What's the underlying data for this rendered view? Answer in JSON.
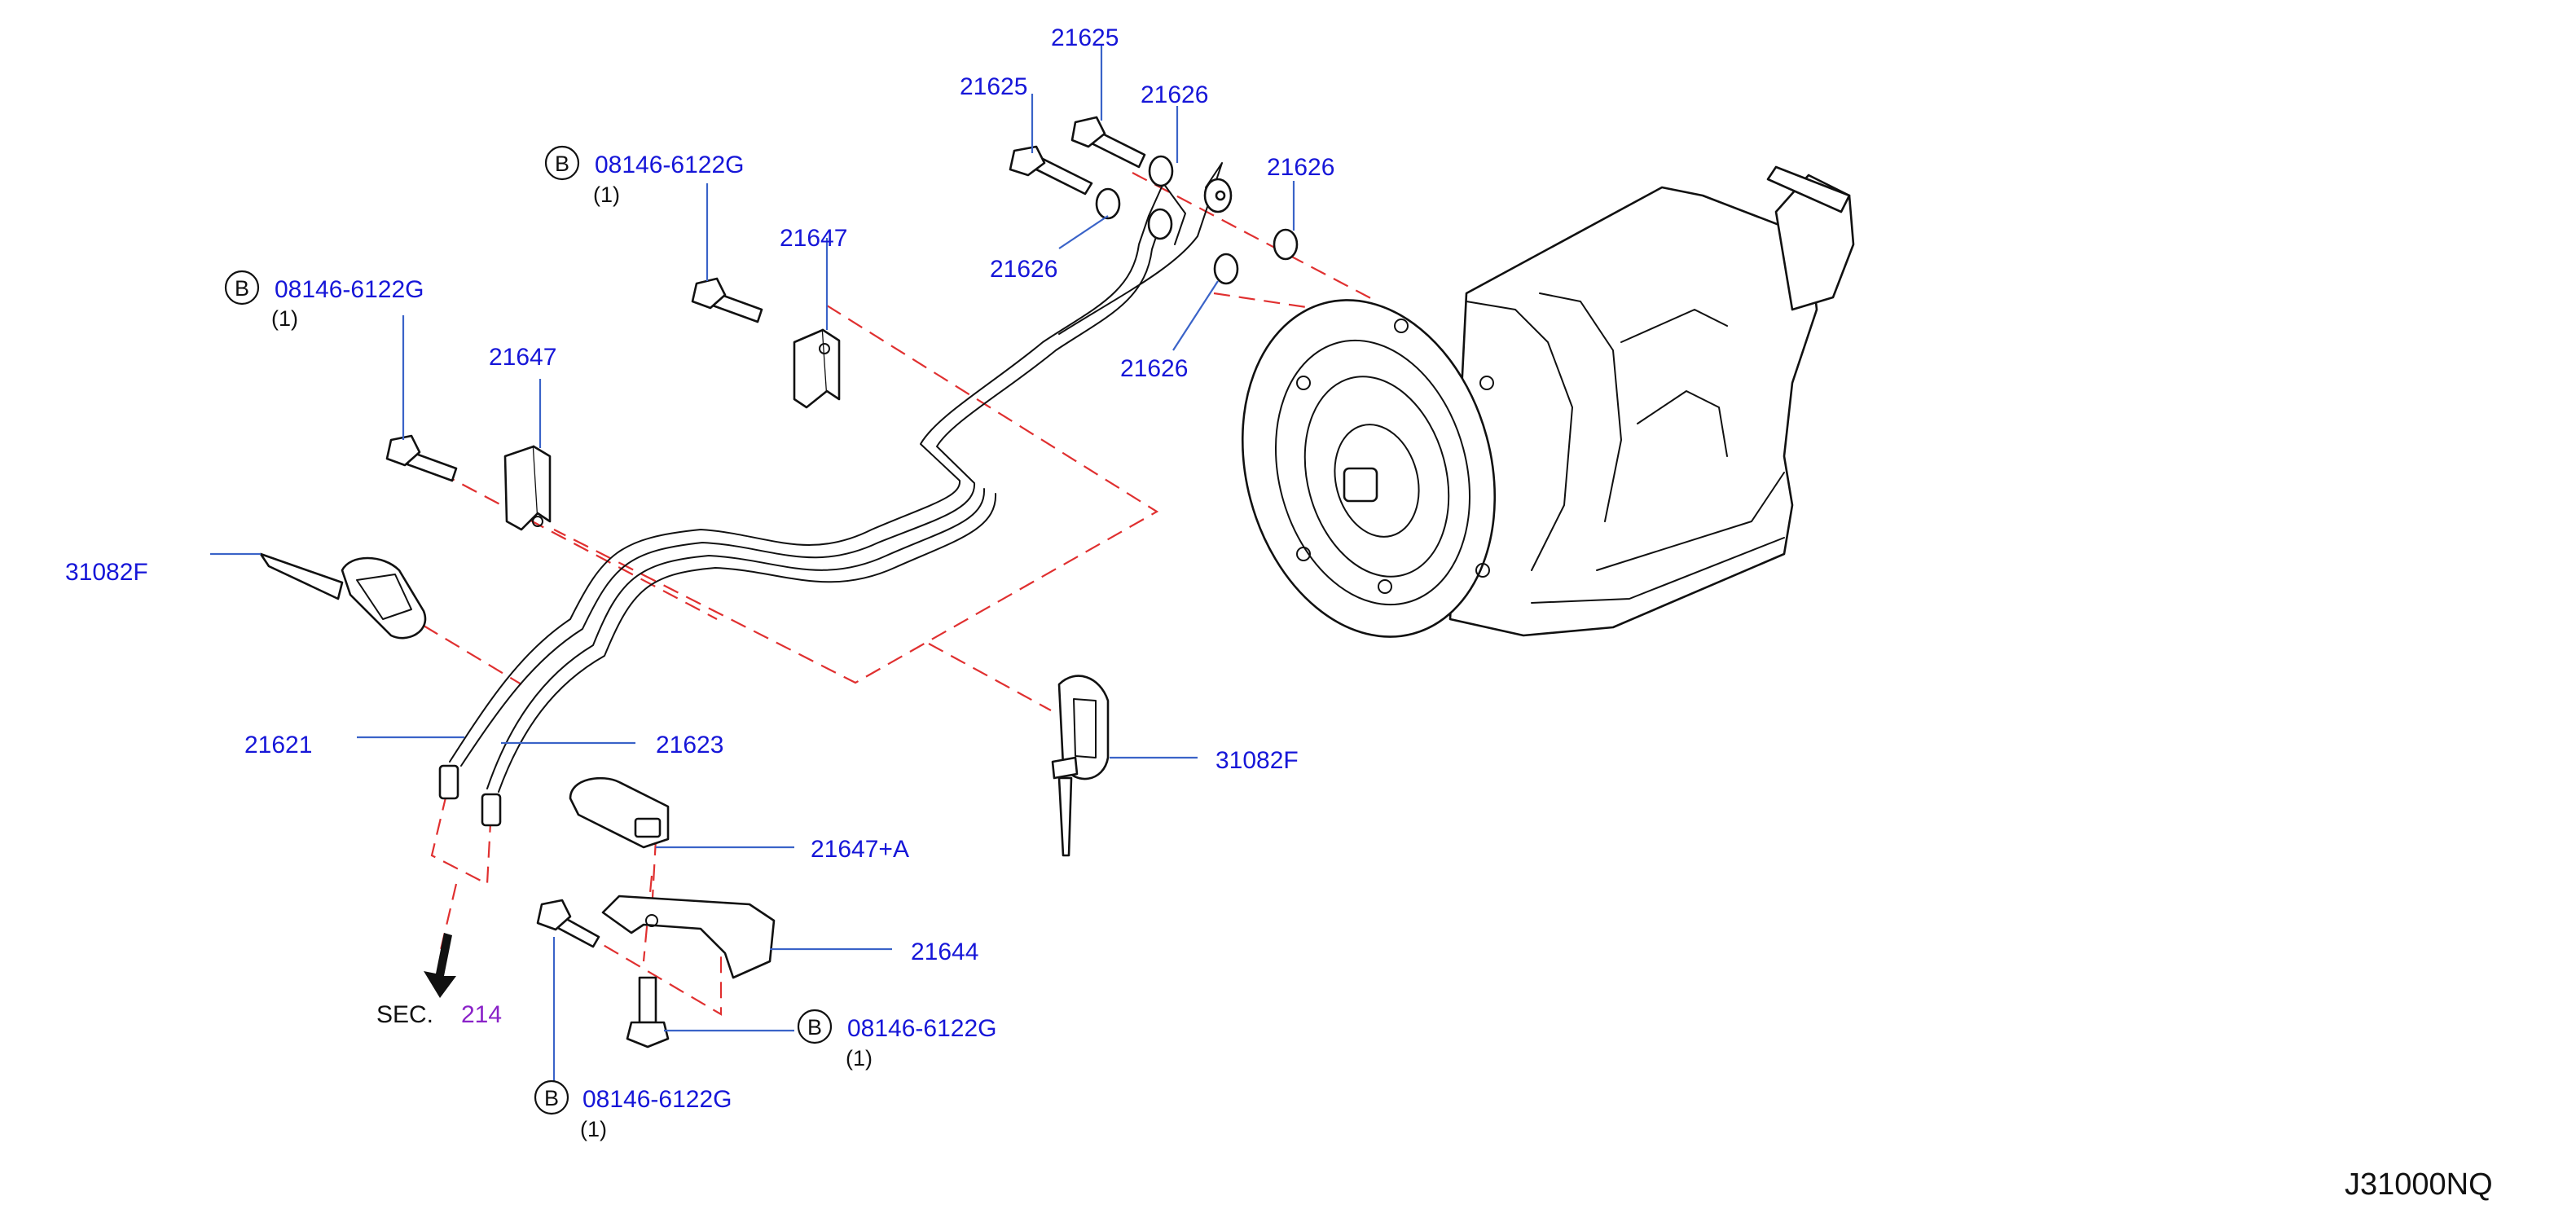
{
  "diagram_code": "J31000NQ",
  "section": {
    "prefix": "SEC.",
    "number": "214"
  },
  "bolt_badge": "B",
  "parts": {
    "p21625a": "21625",
    "p21625b": "21625",
    "p21626a": "21626",
    "p21626b": "21626",
    "p21626c": "21626",
    "p21626d": "21626",
    "p21647a": "21647",
    "p21647b": "21647",
    "p31082Fa": "31082F",
    "p31082Fb": "31082F",
    "p21621": "21621",
    "p21623": "21623",
    "p21647A": "21647+A",
    "p21644": "21644",
    "bolt1": {
      "part": "08146-6122G",
      "qty": "(1)"
    },
    "bolt2": {
      "part": "08146-6122G",
      "qty": "(1)"
    },
    "bolt3": {
      "part": "08146-6122G",
      "qty": "(1)"
    },
    "bolt4": {
      "part": "08146-6122G",
      "qty": "(1)"
    }
  },
  "colors": {
    "label": "#1616d8",
    "leader": "#3a63c8",
    "dash": "#e03030",
    "section_number": "#8a22c8"
  }
}
